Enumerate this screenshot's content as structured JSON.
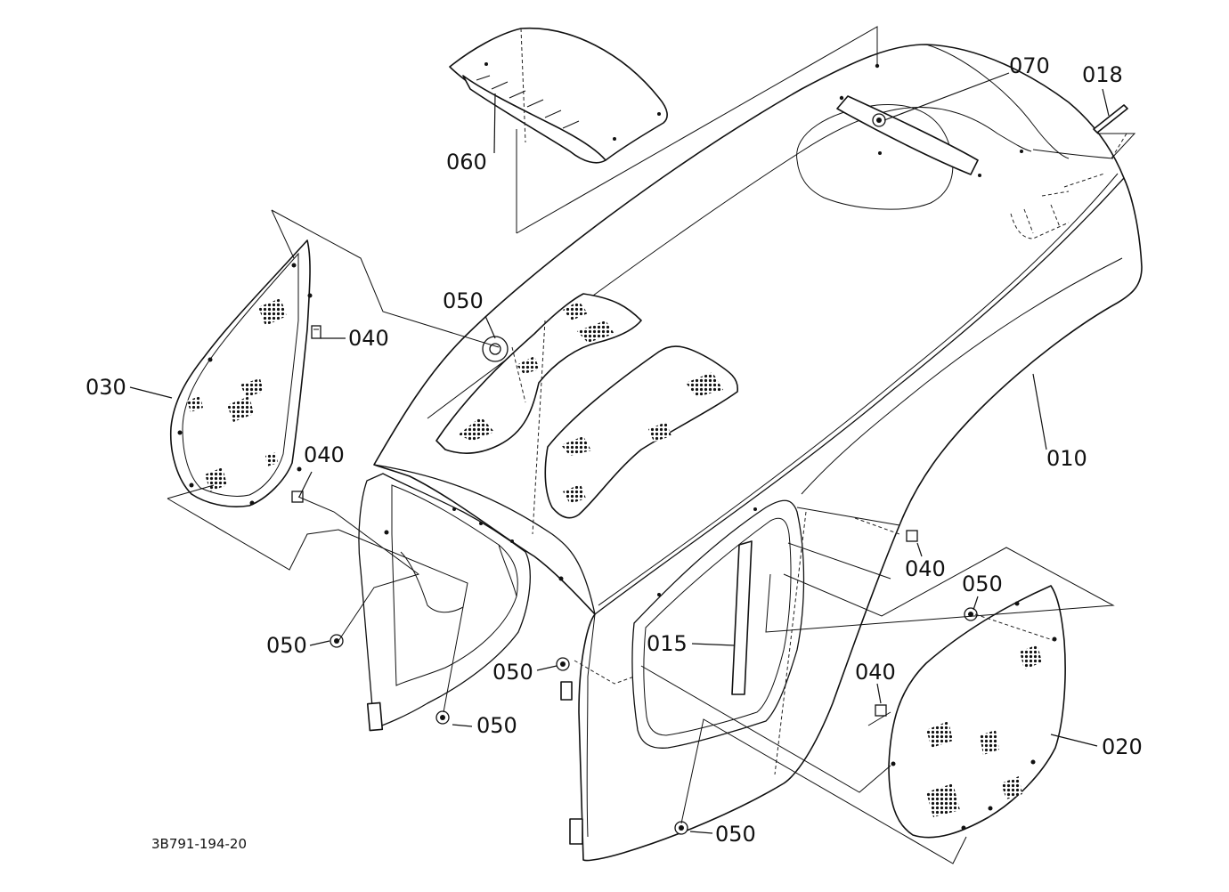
{
  "diagram": {
    "drawing_code": "3B791-194-20",
    "callouts": [
      {
        "id": "c010",
        "label": "010"
      },
      {
        "id": "c015",
        "label": "015"
      },
      {
        "id": "c018",
        "label": "018"
      },
      {
        "id": "c020",
        "label": "020"
      },
      {
        "id": "c030",
        "label": "030"
      },
      {
        "id": "c040a",
        "label": "040"
      },
      {
        "id": "c040b",
        "label": "040"
      },
      {
        "id": "c040c",
        "label": "040"
      },
      {
        "id": "c040d",
        "label": "040"
      },
      {
        "id": "c050a",
        "label": "050"
      },
      {
        "id": "c050b",
        "label": "050"
      },
      {
        "id": "c050c",
        "label": "050"
      },
      {
        "id": "c050d",
        "label": "050"
      },
      {
        "id": "c050e",
        "label": "050"
      },
      {
        "id": "c050f",
        "label": "050"
      },
      {
        "id": "c060",
        "label": "060"
      },
      {
        "id": "c070",
        "label": "070"
      }
    ]
  }
}
